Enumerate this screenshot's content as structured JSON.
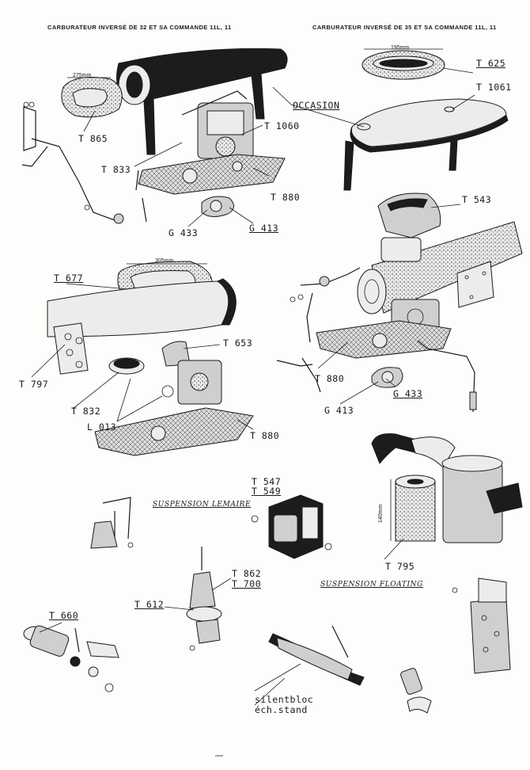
{
  "header": {
    "left": "CARBURATEUR INVERSÉ DE 32 ET SA COMMANDE 11L, 11",
    "right": "CARBURATEUR INVERSÉ DE 35 ET SA COMMANDE 11L, 11"
  },
  "dimensions": {
    "d275": "275mm",
    "d195": "195mm",
    "d305": "305mm",
    "d140": "140mm"
  },
  "labels": {
    "t865": "T 865",
    "t833": "T 833",
    "t1060": "T 1060",
    "t880a": "T 880",
    "g433a": "G 433",
    "g413a": "G 413",
    "t625": "T 625",
    "t1061": "T 1061",
    "occasion": "OCCASION",
    "t543": "T 543",
    "t677": "T 677",
    "t653": "T 653",
    "t797": "T 797",
    "t832": "T 832",
    "l013": "L 013",
    "t880b": "T 880",
    "t880c": "T 880",
    "g413b": "G 413",
    "g433b": "G 433",
    "t547": "T 547",
    "t549": "T 549",
    "t795": "T 795",
    "t862": "T 862",
    "t700": "T 700",
    "t612": "T 612",
    "t660": "T 660",
    "silentbloc": "silentbloc",
    "ech_stand": "éch.stand"
  },
  "sections": {
    "suspension_lemaire": "SUSPENSION LEMAIRE",
    "suspension_floating": "SUSPENSION FLOATING"
  }
}
